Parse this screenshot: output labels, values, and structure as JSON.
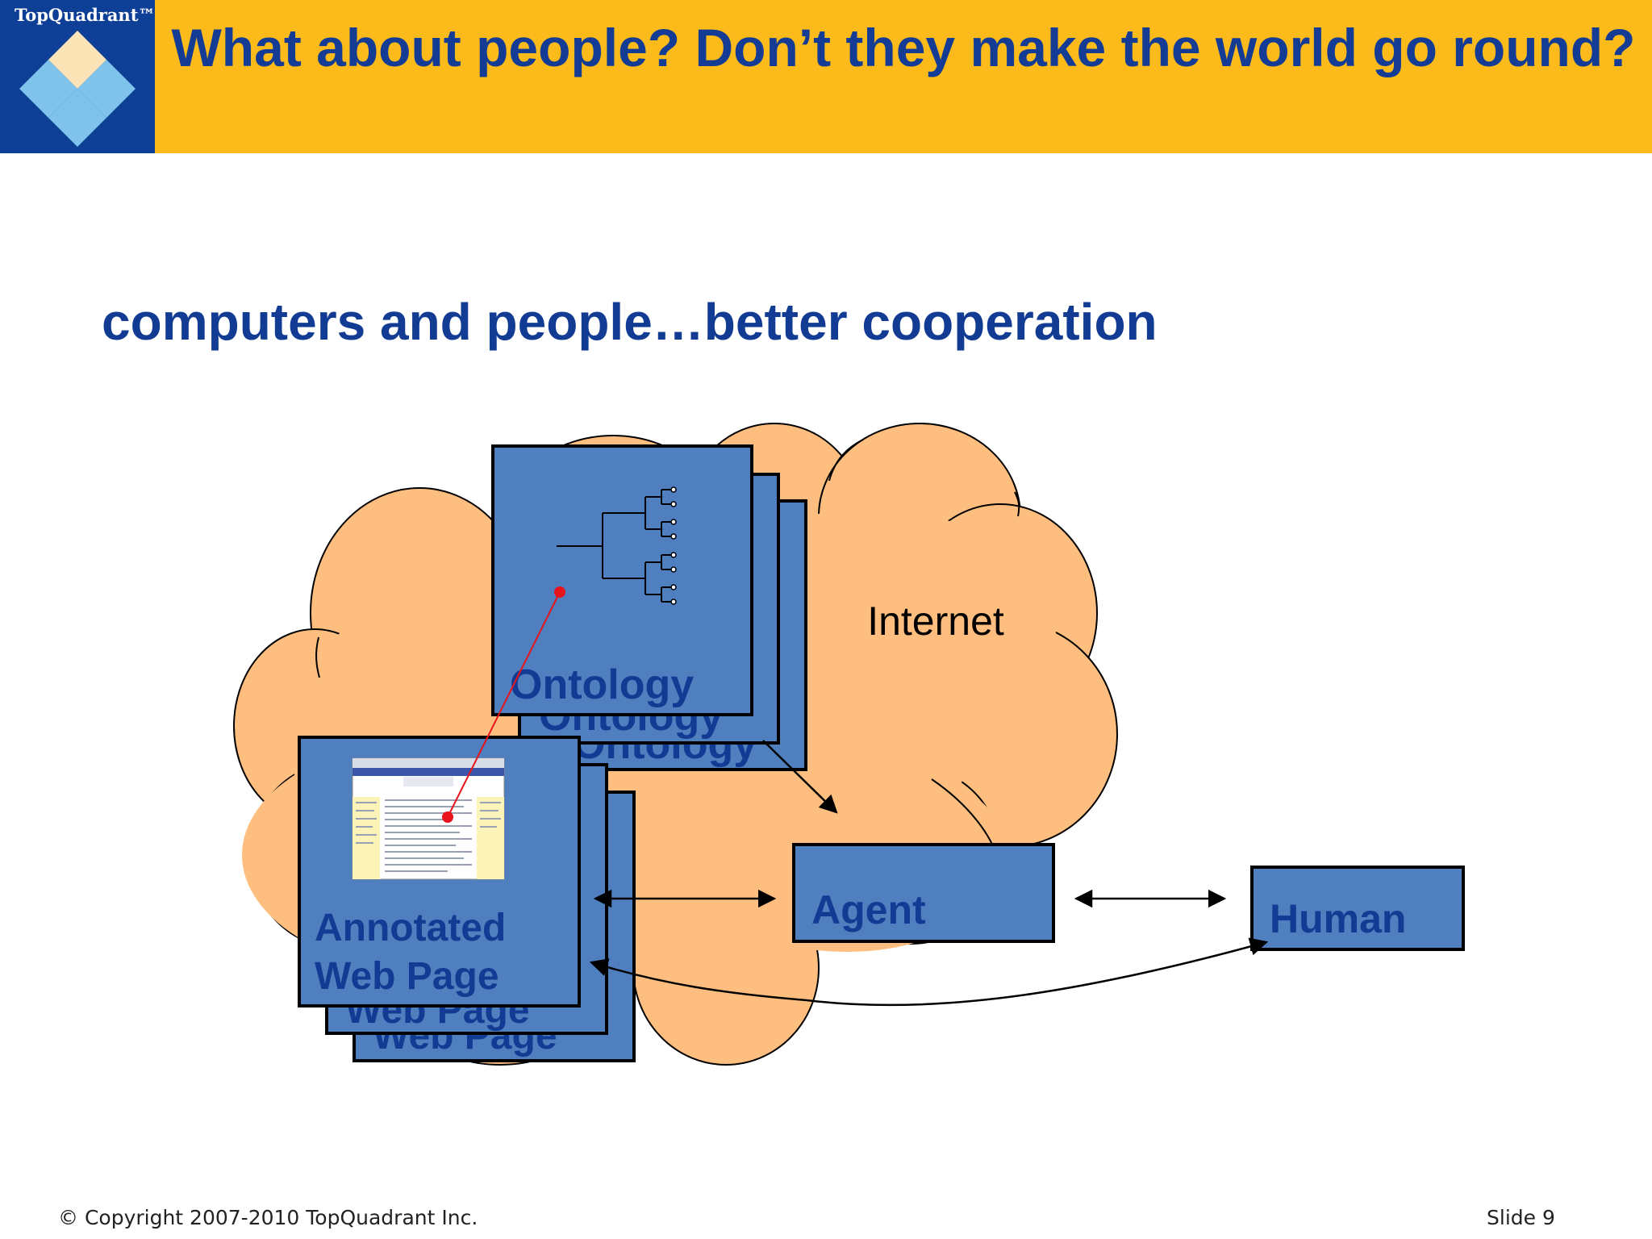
{
  "header": {
    "logo_text": "TopQuadrant™",
    "title": "What about people?  Don’t they make the world go round?"
  },
  "subtitle": "computers and people…better cooperation",
  "diagram": {
    "cloud_label": "Internet",
    "ontology_label": "Ontology",
    "webpage_label_line1": "Annotated",
    "webpage_label_line2": "Web Page",
    "agent_label": "Agent",
    "human_label": "Human",
    "colors": {
      "cloud": "#fdbe7f",
      "box": "#4f7fbf",
      "label": "#123c94",
      "annotation_link": "#e8141c",
      "header": "#fcbb1a",
      "logo": "#0e3f96"
    }
  },
  "footer": {
    "copyright": "© Copyright 2007-2010 TopQuadrant Inc.",
    "slide": "Slide 9"
  }
}
